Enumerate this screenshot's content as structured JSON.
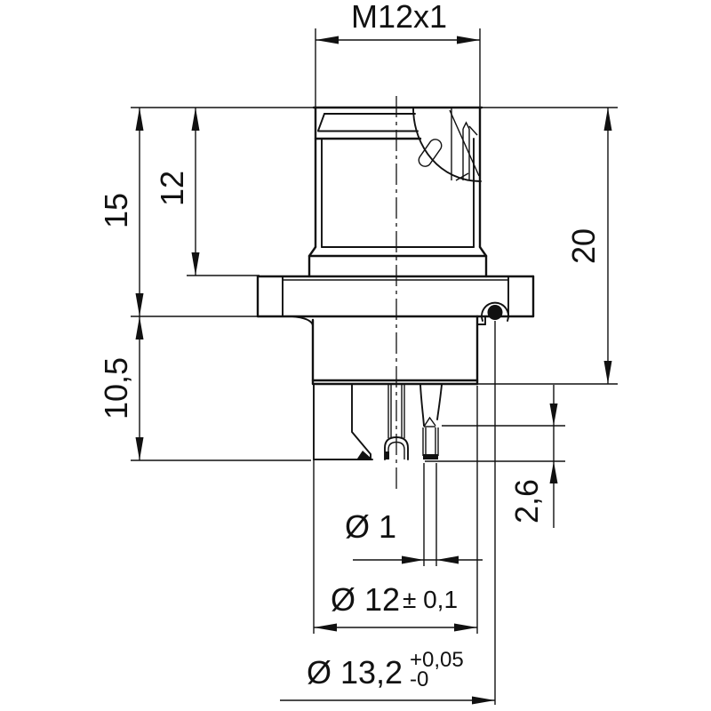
{
  "background": "#ffffff",
  "line_color": "#111111",
  "drawing_type": "connector-cross-section",
  "dims": {
    "thread_spec": "M12x1",
    "height_15": "15",
    "height_12": "12",
    "height_10_5": "10,5",
    "height_20": "20",
    "height_2_6": "2,6",
    "dia_1": "Ø 1",
    "dia_12": "Ø 12",
    "dia_12_tolerance": "± 0,1",
    "dia_13_2": "Ø 13,2",
    "dia_13_2_tol_plus": "+0,05",
    "dia_13_2_tol_minus": "-0"
  }
}
